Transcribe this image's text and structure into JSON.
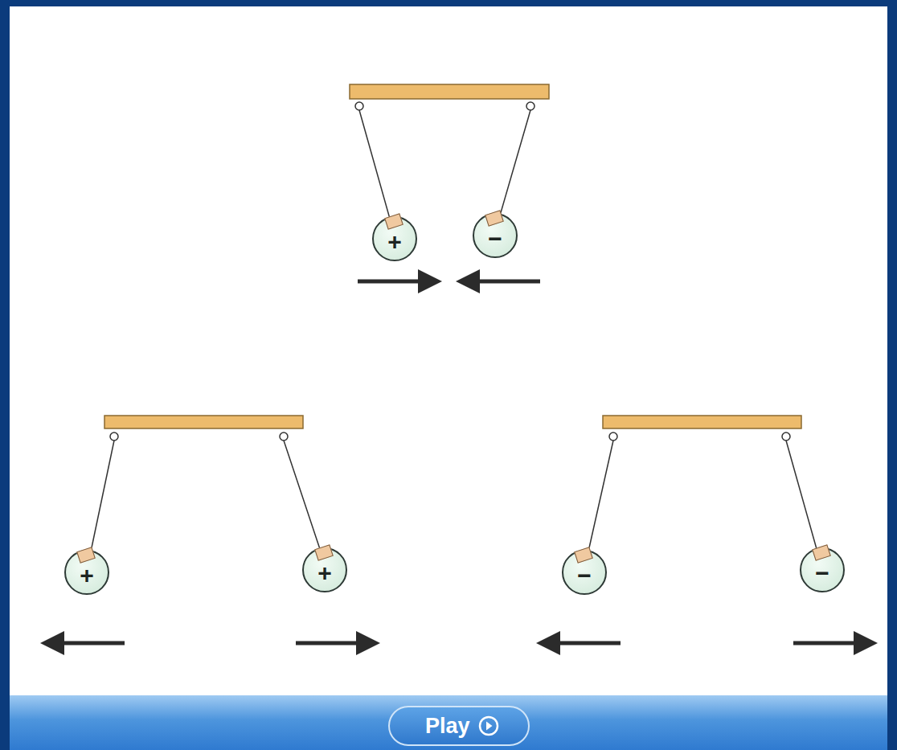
{
  "diagram": {
    "nodes": [
      {
        "text": [
          "+"
        ]
      },
      {
        "text": [
          "−"
        ]
      },
      {
        "text": [
          "+"
        ]
      },
      {
        "text": [
          "+"
        ]
      },
      {
        "text": [
          "−"
        ]
      },
      {
        "text": [
          "−"
        ]
      },
      {
        "text": [
          "Play"
        ]
      }
    ]
  }
}
